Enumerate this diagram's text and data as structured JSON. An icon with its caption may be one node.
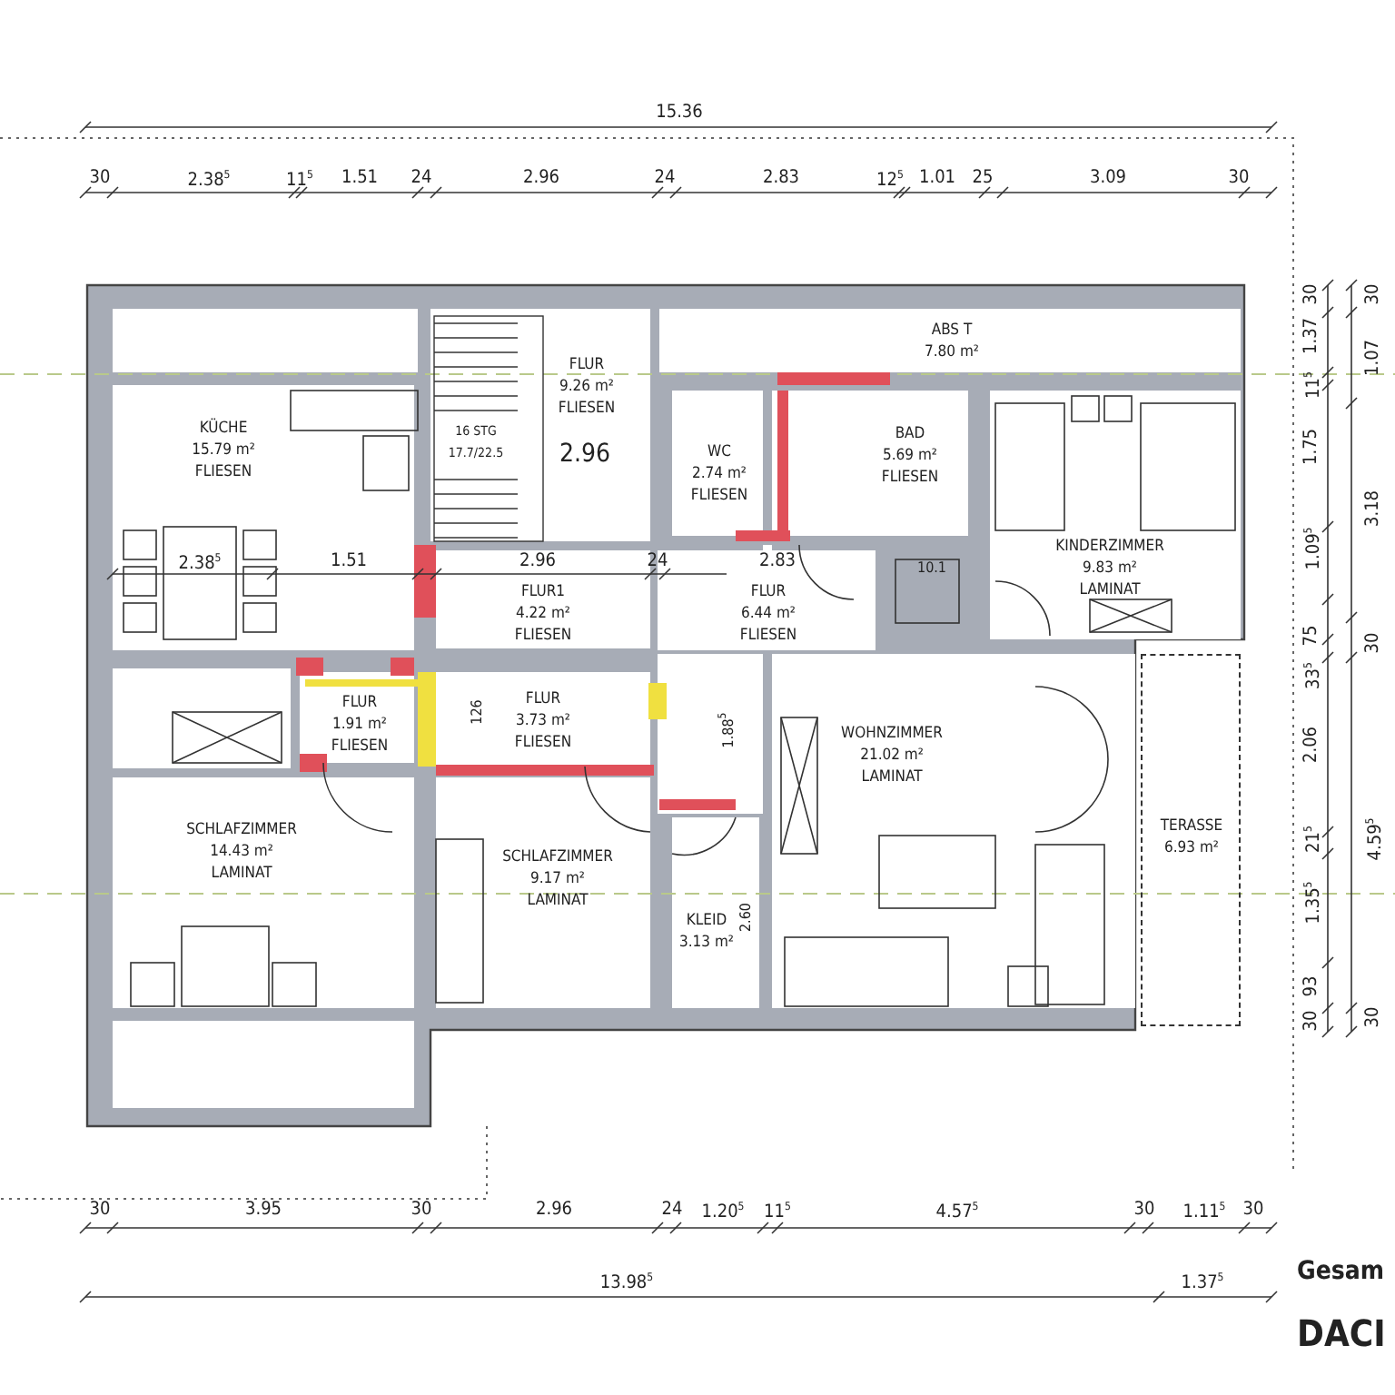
{
  "diagram": {
    "nodes": [
      {
        "text": [
          "ABS T",
          "7.80 m²"
        ]
      },
      {
        "text": [
          "FLUR",
          "9.26 m²",
          "FLIESEN"
        ]
      },
      {
        "text": [
          "KÜCHE",
          "15.79 m²",
          "FLIESEN"
        ]
      },
      {
        "text": [
          "WC",
          "2.74 m²",
          "FLIESEN"
        ]
      },
      {
        "text": [
          "BAD",
          "5.69 m²",
          "FLIESEN"
        ]
      },
      {
        "text": [
          "KINDERZIMMER",
          "9.83 m²",
          "LAMINAT"
        ]
      },
      {
        "text": [
          "FLUR1",
          "4.22 m²",
          "FLIESEN"
        ]
      },
      {
        "text": [
          "FLUR",
          "6.44 m²",
          "FLIESEN"
        ]
      },
      {
        "text": [
          "FLUR",
          "1.91 m²",
          "FLIESEN"
        ]
      },
      {
        "text": [
          "FLUR",
          "3.73 m²",
          "FLIESEN"
        ]
      },
      {
        "text": [
          "WOHNZIMMER",
          "21.02 m²",
          "LAMINAT"
        ]
      },
      {
        "text": [
          "TERASSE",
          "6.93 m²"
        ]
      },
      {
        "text": [
          "SCHLAFZIMMER",
          "14.43 m²",
          "LAMINAT"
        ]
      },
      {
        "text": [
          "SCHLAFZIMMER",
          "9.17 m²",
          "LAMINAT"
        ]
      },
      {
        "text": [
          "KLEID",
          "3.13 m²"
        ]
      }
    ],
    "labels": [
      "15.36",
      "30",
      "2.38$^{5}$",
      "11$^{5}$",
      "1.51",
      "24",
      "2.96",
      "24",
      "2.83",
      "12$^{5}$",
      "1.01",
      "25",
      "3.09",
      "30",
      "2.96",
      "16 STG",
      "17.7/22.5",
      "2.38$^{5}$",
      "1.51",
      "2.96",
      "24",
      "2.83",
      "10.1",
      "126",
      "1.88$^{5}$",
      "2.60",
      "30",
      "1.37",
      "11$^{5}$",
      "1.75",
      "1.09$^{5}$",
      "75",
      "33$^{5}$",
      "2.06",
      "21$^{5}$",
      "1.35$^{5}$",
      "93",
      "30",
      "30",
      "1.07",
      "3.18",
      "30",
      "4.59$^{5}$",
      "30",
      "30",
      "3.95",
      "30",
      "2.96",
      "24",
      "1.20$^{5}$",
      "11$^{5}$",
      "4.57$^{5}$",
      "30",
      "1.11$^{5}$",
      "30",
      "13.98$^{5}$",
      "1.37$^{5}$",
      "Gesam",
      "DACI"
    ]
  }
}
